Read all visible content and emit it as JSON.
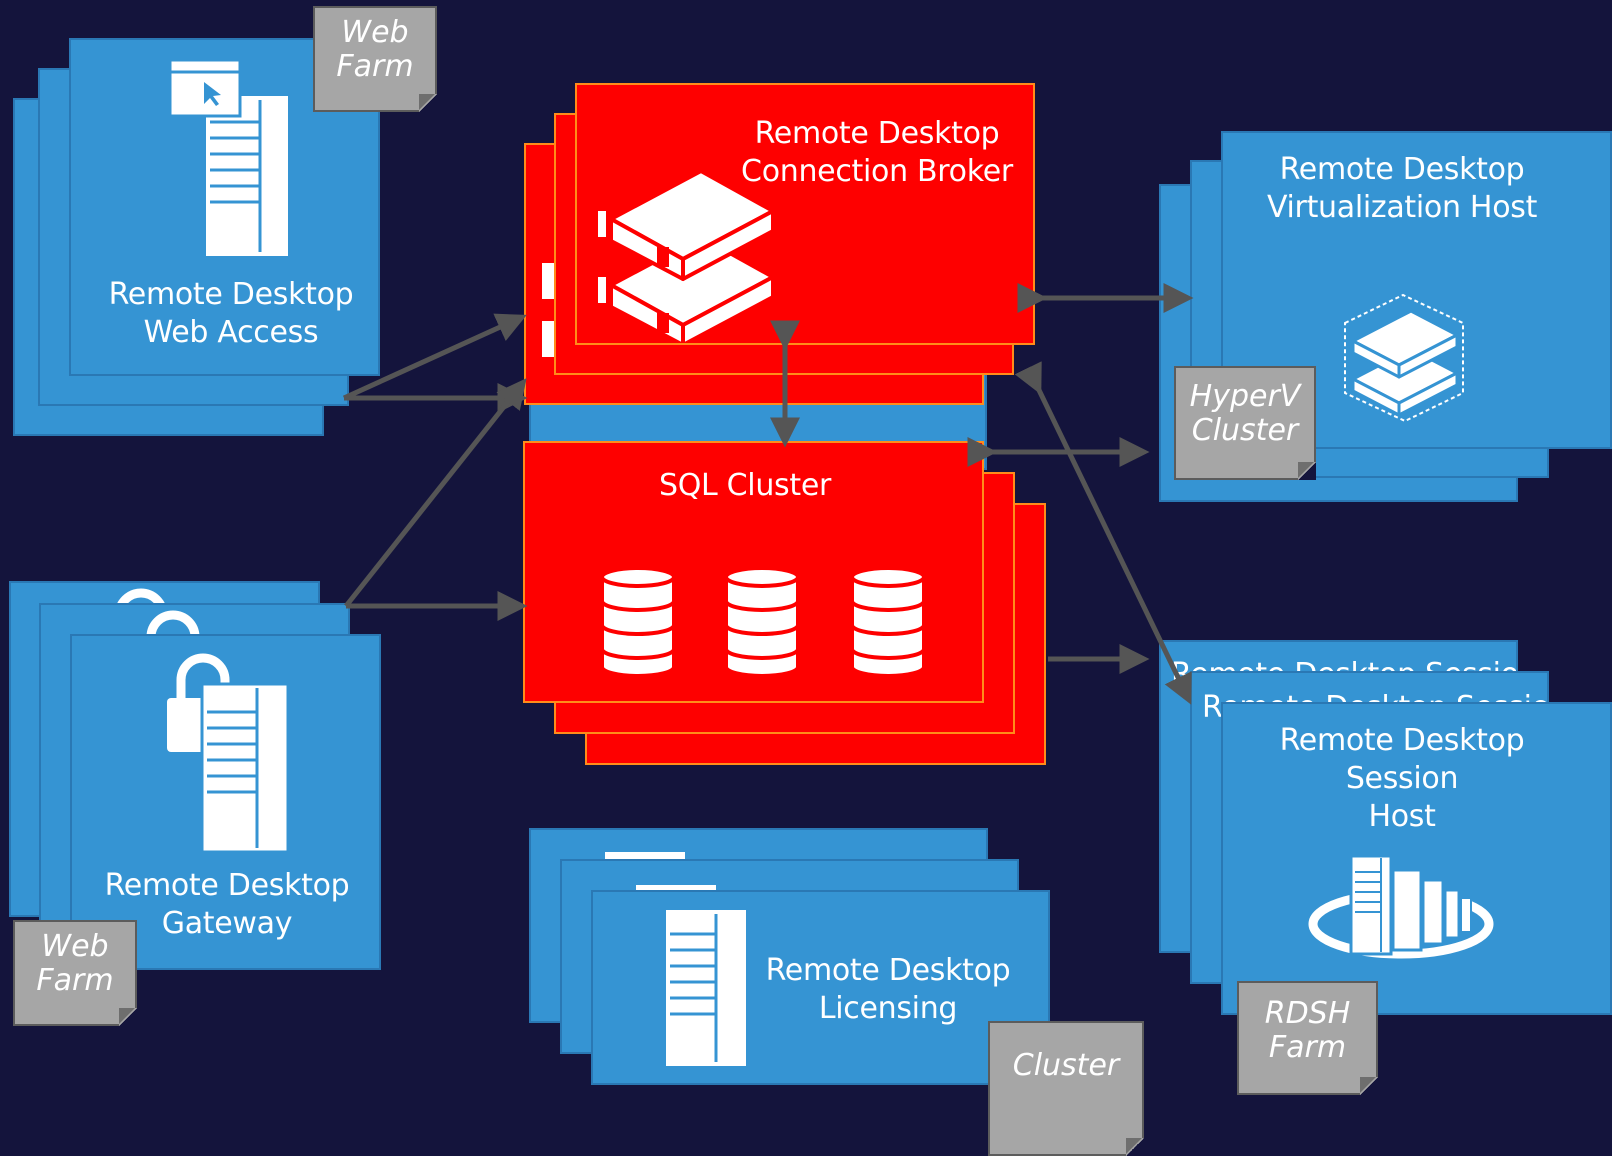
{
  "diagram": {
    "web_access": {
      "label": "Remote Desktop\nWeb Access",
      "note": "Web\nFarm"
    },
    "gateway": {
      "label": "Remote Desktop\nGateway",
      "note": "Web\nFarm"
    },
    "connection_broker": {
      "label": "Remote Desktop\nConnection Broker"
    },
    "sql_cluster": {
      "label": "SQL Cluster"
    },
    "licensing": {
      "label": "Remote Desktop\nLicensing",
      "note": "Cluster"
    },
    "virtualization_host": {
      "label": "Remote Desktop\nVirtualization Host",
      "note": "HyperV\nCluster"
    },
    "session_host": {
      "label": "Remote Desktop  Session\nHost",
      "back_label": "Remote Desktop  Session",
      "note": "RDSH\nFarm"
    },
    "colors": {
      "background": "#14143c",
      "role_blue": "#3594d3",
      "highlight_red": "#fe0000",
      "note_gray": "#a6a6a6",
      "arrow": "#555555"
    }
  }
}
